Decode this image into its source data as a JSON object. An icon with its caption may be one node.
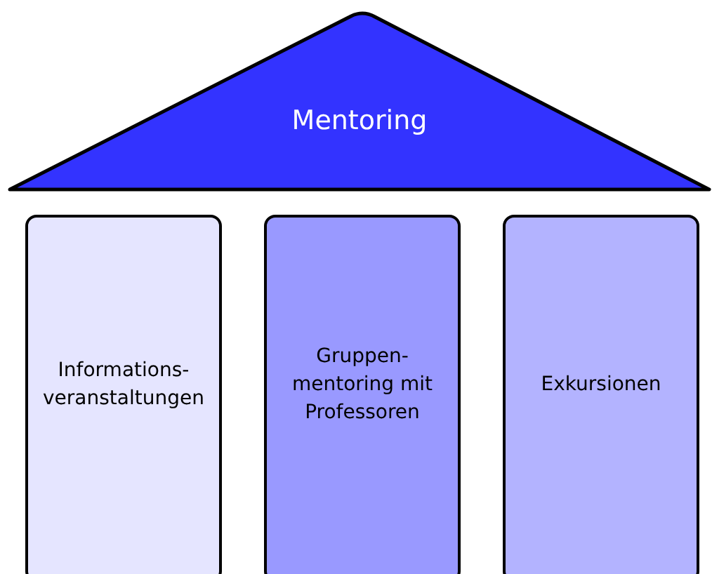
{
  "diagram": {
    "nodes": [
      {
        "text": [
          "Mentoring"
        ]
      },
      {
        "text": [
          "Informations- veranstaltungen"
        ]
      },
      {
        "text": [
          "Gruppen- mentoring mit Professoren"
        ]
      },
      {
        "text": [
          "Exkursionen"
        ]
      }
    ]
  }
}
